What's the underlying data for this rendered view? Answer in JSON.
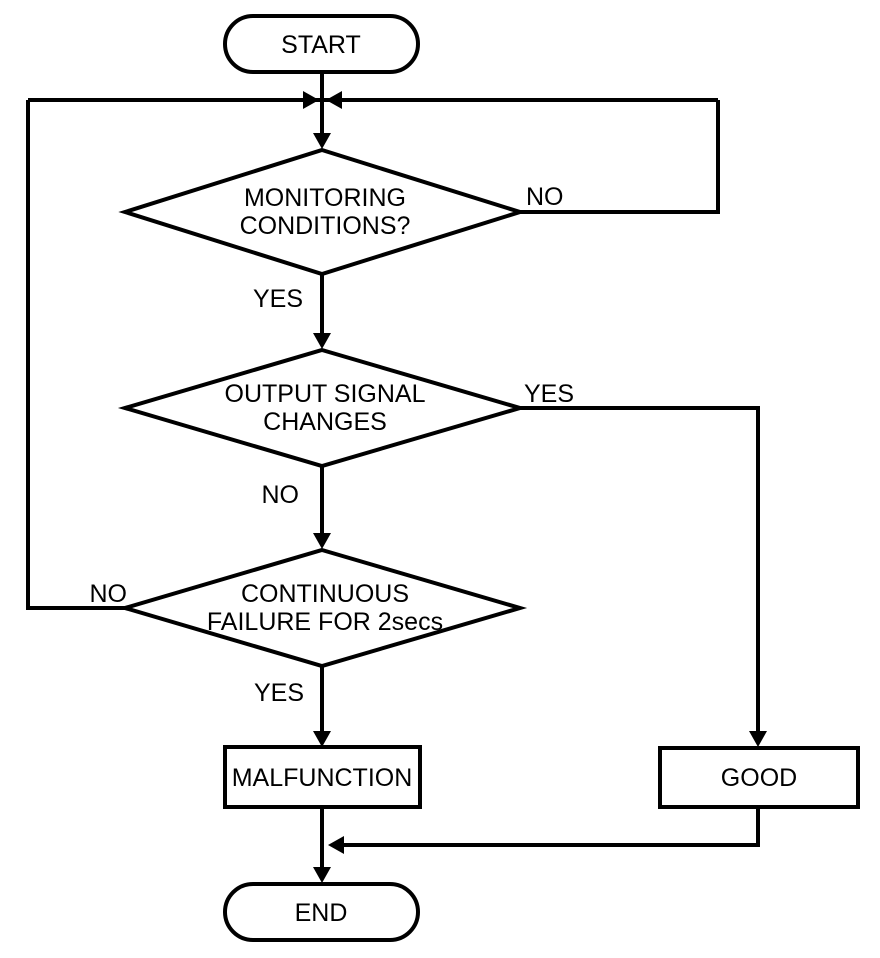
{
  "diagram": {
    "type": "flowchart",
    "background_color": "#ffffff",
    "stroke_color": "#000000",
    "nodes": {
      "start": {
        "shape": "terminator",
        "label": "START"
      },
      "decision_monitoring": {
        "shape": "decision",
        "label_line1": "MONITORING",
        "label_line2": "CONDITIONS?"
      },
      "decision_output_signal": {
        "shape": "decision",
        "label_line1": "OUTPUT SIGNAL",
        "label_line2": "CHANGES"
      },
      "decision_continuous_failure": {
        "shape": "decision",
        "label_line1": "CONTINUOUS",
        "label_line2": "FAILURE FOR 2secs"
      },
      "malfunction": {
        "shape": "process",
        "label": "MALFUNCTION"
      },
      "good": {
        "shape": "process",
        "label": "GOOD"
      },
      "end": {
        "shape": "terminator",
        "label": "END"
      }
    },
    "edges": {
      "monitoring_no": {
        "label": "NO",
        "from": "decision_monitoring",
        "to": "top_merge_junction"
      },
      "monitoring_yes": {
        "label": "YES",
        "from": "decision_monitoring",
        "to": "decision_output_signal"
      },
      "output_yes": {
        "label": "YES",
        "from": "decision_output_signal",
        "to": "good"
      },
      "output_no": {
        "label": "NO",
        "from": "decision_output_signal",
        "to": "decision_continuous_failure"
      },
      "continuous_no": {
        "label": "NO",
        "from": "decision_continuous_failure",
        "to": "top_merge_junction"
      },
      "continuous_yes": {
        "label": "YES",
        "from": "decision_continuous_failure",
        "to": "malfunction"
      }
    }
  }
}
